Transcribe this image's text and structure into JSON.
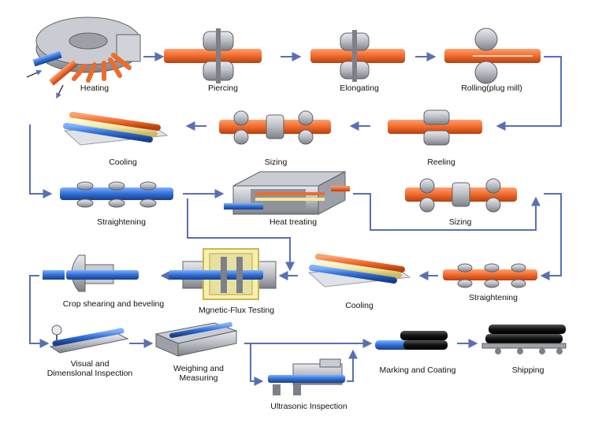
{
  "colors": {
    "arrow": "#5a6fb3",
    "pipe_hot": "#f06a2a",
    "pipe_cool": "#2f6fd6",
    "pipe_yellow": "#f3e7a0",
    "pipe_black": "#111111",
    "machine": "#b9bcc2",
    "machine_dark": "#7d8087",
    "flux_frame": "#f7efb0"
  },
  "steps": {
    "heating": "Heating",
    "piercing": "Piercing",
    "elongating": "Elongating",
    "rolling": "Rolling(plug mill)",
    "reeling": "Reeling",
    "sizing_1": "Sizing",
    "cooling_1": "Cooling",
    "straightening_1": "Straightening",
    "heat_treating": "Heat treating",
    "sizing_2": "Sizing",
    "straightening_2": "Straightening",
    "cooling_2": "Cooling",
    "flux_testing": "Mgnetic-Flux Testing",
    "crop_shearing": "Crop shearing and beveling",
    "visual_inspection": "Visual and\nDimenslonal Inspection",
    "weighing": "Weighing and\nMeasuring",
    "ultrasonic": "Ultrasonic Inspection",
    "marking": "Marking and Coating",
    "shipping": "Shipping"
  }
}
